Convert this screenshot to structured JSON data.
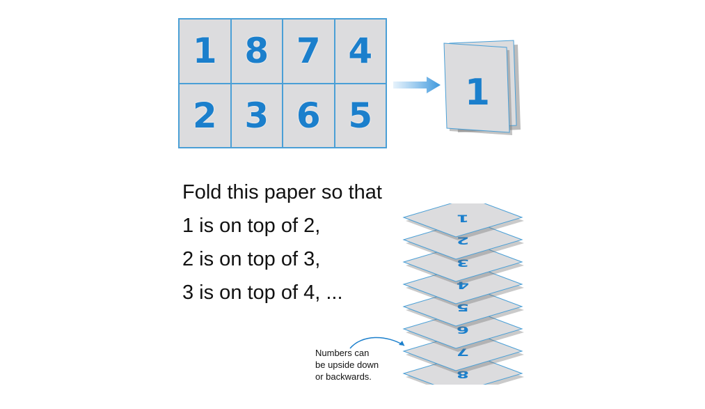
{
  "grid": {
    "top_row": [
      "1",
      "8",
      "7",
      "4"
    ],
    "bottom_row": [
      "2",
      "3",
      "6",
      "5"
    ]
  },
  "folded_result": {
    "label": "1"
  },
  "instructions": {
    "lines": [
      "Fold this paper so that",
      "1 is on top of 2,",
      "2 is on top of 3,",
      "3 is on top of 4, ..."
    ]
  },
  "stack": {
    "layers": [
      "1",
      "2",
      "3",
      "4",
      "5",
      "6",
      "7",
      "8"
    ]
  },
  "note": {
    "lines": [
      "Numbers can",
      "be upside down",
      "or backwards."
    ]
  },
  "colors": {
    "number_blue": "#1b7fcc",
    "paper_gray": "#dcdcde",
    "edge_blue": "#4a9fd6"
  }
}
